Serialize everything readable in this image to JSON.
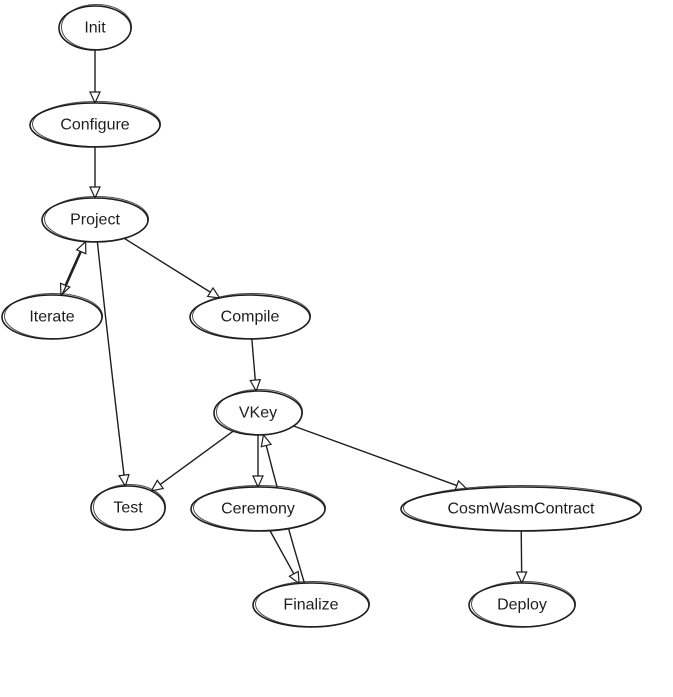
{
  "diagram": {
    "nodes": [
      {
        "id": "init",
        "label": "Init"
      },
      {
        "id": "configure",
        "label": "Configure"
      },
      {
        "id": "project",
        "label": "Project"
      },
      {
        "id": "iterate",
        "label": "Iterate"
      },
      {
        "id": "compile",
        "label": "Compile"
      },
      {
        "id": "vkey",
        "label": "VKey"
      },
      {
        "id": "test",
        "label": "Test"
      },
      {
        "id": "ceremony",
        "label": "Ceremony"
      },
      {
        "id": "cosmwasm",
        "label": "CosmWasmContract"
      },
      {
        "id": "finalize",
        "label": "Finalize"
      },
      {
        "id": "deploy",
        "label": "Deploy"
      }
    ],
    "edges": [
      {
        "from": "init",
        "to": "configure"
      },
      {
        "from": "configure",
        "to": "project"
      },
      {
        "from": "project",
        "to": "iterate"
      },
      {
        "from": "iterate",
        "to": "project"
      },
      {
        "from": "project",
        "to": "compile"
      },
      {
        "from": "project",
        "to": "test"
      },
      {
        "from": "compile",
        "to": "vkey"
      },
      {
        "from": "vkey",
        "to": "test"
      },
      {
        "from": "vkey",
        "to": "ceremony"
      },
      {
        "from": "vkey",
        "to": "cosmwasm"
      },
      {
        "from": "ceremony",
        "to": "finalize"
      },
      {
        "from": "finalize",
        "to": "vkey"
      },
      {
        "from": "cosmwasm",
        "to": "deploy"
      }
    ]
  }
}
